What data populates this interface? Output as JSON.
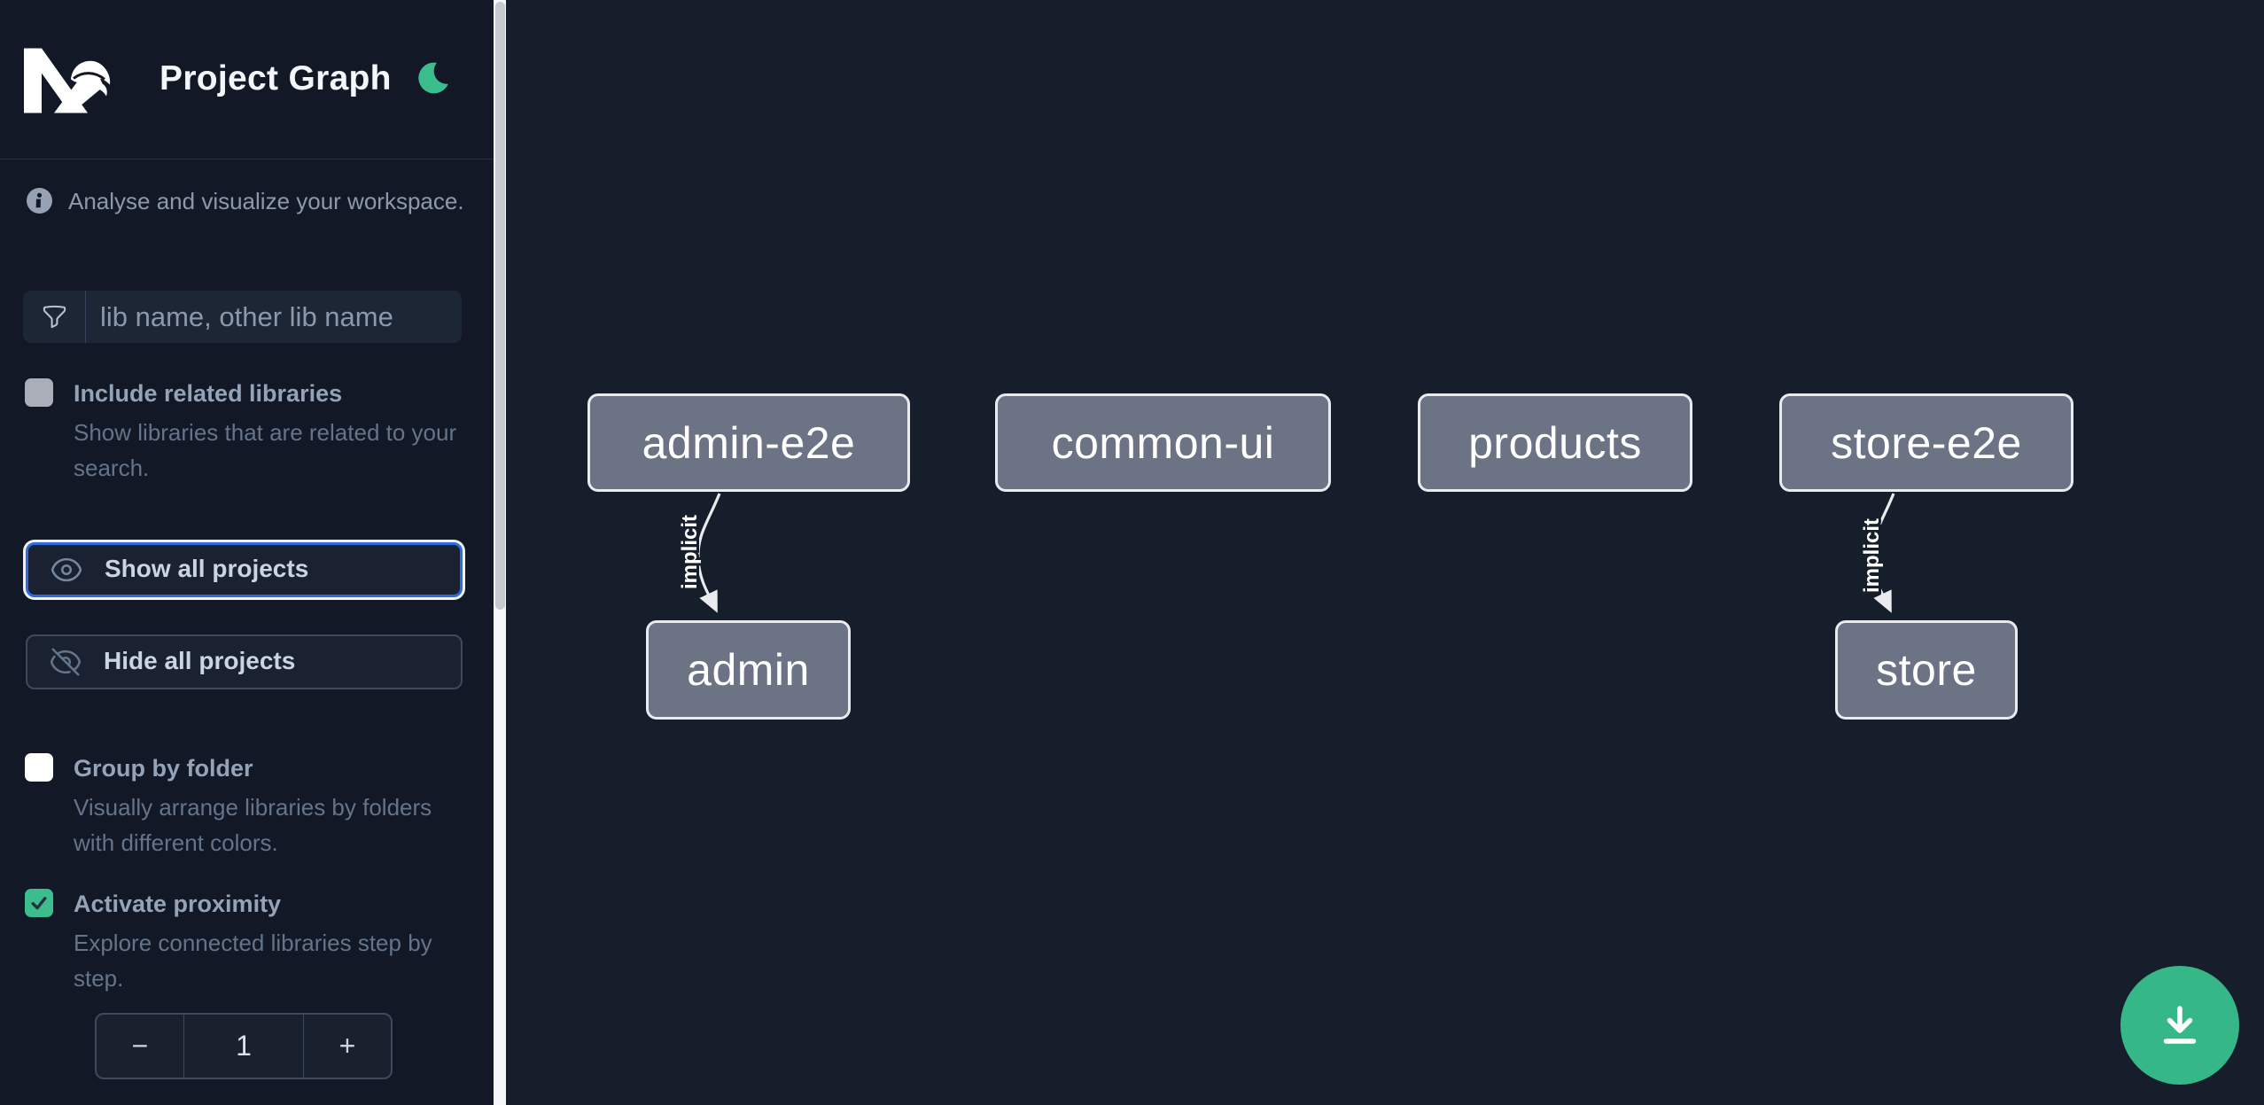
{
  "header": {
    "app_name": "Nx",
    "title": "Project Graph"
  },
  "sidebar": {
    "tagline": "Analyse and visualize your workspace.",
    "filter": {
      "placeholder": "lib name, other lib name",
      "value": ""
    },
    "options": [
      {
        "label": "Include related libraries",
        "description": "Show libraries that are related to your search.",
        "checked": false,
        "enabled": false
      },
      {
        "label": "Group by folder",
        "description": "Visually arrange libraries by folders with different colors.",
        "checked": false,
        "enabled": true
      },
      {
        "label": "Activate proximity",
        "description": "Explore connected libraries step by step.",
        "checked": true,
        "enabled": true
      }
    ],
    "actions": [
      {
        "label": "Show all projects",
        "focused": true
      },
      {
        "label": "Hide all projects",
        "focused": false
      }
    ],
    "stepper": {
      "decrement": "−",
      "value": "1",
      "increment": "+"
    }
  },
  "graph": {
    "nodes": [
      {
        "label": "admin-e2e"
      },
      {
        "label": "common-ui"
      },
      {
        "label": "products"
      },
      {
        "label": "store-e2e"
      },
      {
        "label": "admin"
      },
      {
        "label": "store"
      }
    ],
    "edges": [
      {
        "source": "admin-e2e",
        "target": "admin",
        "label": "implicit"
      },
      {
        "source": "store-e2e",
        "target": "store",
        "label": "implicit"
      }
    ]
  },
  "fab": {
    "icon": "download-icon"
  },
  "icons": [
    "nx-logo",
    "moon-icon",
    "info-icon",
    "filter-icon",
    "eye-icon",
    "eye-off-icon",
    "download-icon"
  ],
  "colors": {
    "sidebar_bg": "#121826",
    "canvas_bg": "#171e2b",
    "accent_green": "#35b787",
    "focus_blue": "#2f6ae0",
    "node_fill": "#6b7384",
    "node_border": "#e9ebee",
    "edge": "#e9ebee",
    "label_text": "#94a3b8",
    "description_text": "#64748b"
  }
}
